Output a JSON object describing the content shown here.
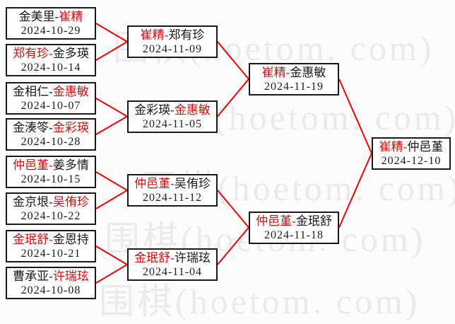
{
  "watermark": {
    "text": "围棋(hoetom. com)"
  },
  "separator": "-",
  "colors": {
    "winner": "#cc1111",
    "loser": "#1a1a1a",
    "line": "#ee0000",
    "watermark": "#ebebeb",
    "box_border": "#1a1a1a",
    "background": "#fcfcfc"
  },
  "bracket": {
    "rounds": [
      {
        "matches": [
          {
            "p1": {
              "name": "金美里",
              "winner": false
            },
            "p2": {
              "name": "崔精",
              "winner": true
            },
            "date": "2024-10-29"
          },
          {
            "p1": {
              "name": "郑有珍",
              "winner": true
            },
            "p2": {
              "name": "金多瑛",
              "winner": false
            },
            "date": "2024-10-14"
          },
          {
            "p1": {
              "name": "金相仁",
              "winner": false
            },
            "p2": {
              "name": "金惠敏",
              "winner": true
            },
            "date": "2024-10-07"
          },
          {
            "p1": {
              "name": "金湊笭",
              "winner": false
            },
            "p2": {
              "name": "金彩瑛",
              "winner": true
            },
            "date": "2024-10-28"
          },
          {
            "p1": {
              "name": "仲邑堇",
              "winner": true
            },
            "p2": {
              "name": "姜多情",
              "winner": false
            },
            "date": "2024-10-15"
          },
          {
            "p1": {
              "name": "金京垠",
              "winner": false
            },
            "p2": {
              "name": "吴侑珍",
              "winner": true
            },
            "date": "2024-10-22"
          },
          {
            "p1": {
              "name": "金珉舒",
              "winner": true
            },
            "p2": {
              "name": "金恩持",
              "winner": false
            },
            "date": "2024-10-21"
          },
          {
            "p1": {
              "name": "曹承亚",
              "winner": false
            },
            "p2": {
              "name": "许瑞玹",
              "winner": true
            },
            "date": "2024-10-08"
          }
        ]
      },
      {
        "matches": [
          {
            "p1": {
              "name": "崔精",
              "winner": true
            },
            "p2": {
              "name": "郑有珍",
              "winner": false
            },
            "date": "2024-11-09"
          },
          {
            "p1": {
              "name": "金彩瑛",
              "winner": false
            },
            "p2": {
              "name": "金惠敏",
              "winner": true
            },
            "date": "2024-11-05"
          },
          {
            "p1": {
              "name": "仲邑堇",
              "winner": true
            },
            "p2": {
              "name": "吴侑珍",
              "winner": false
            },
            "date": "2024-11-12"
          },
          {
            "p1": {
              "name": "金珉舒",
              "winner": true
            },
            "p2": {
              "name": "许瑞玹",
              "winner": false
            },
            "date": "2024-11-04"
          }
        ]
      },
      {
        "matches": [
          {
            "p1": {
              "name": "崔精",
              "winner": true
            },
            "p2": {
              "name": "金惠敏",
              "winner": false
            },
            "date": "2024-11-19"
          },
          {
            "p1": {
              "name": "仲邑堇",
              "winner": true
            },
            "p2": {
              "name": "金珉舒",
              "winner": false
            },
            "date": "2024-11-18"
          }
        ]
      },
      {
        "matches": [
          {
            "p1": {
              "name": "崔精",
              "winner": true
            },
            "p2": {
              "name": "仲邑堇",
              "winner": false
            },
            "date": "2024-12-10"
          }
        ]
      }
    ]
  }
}
